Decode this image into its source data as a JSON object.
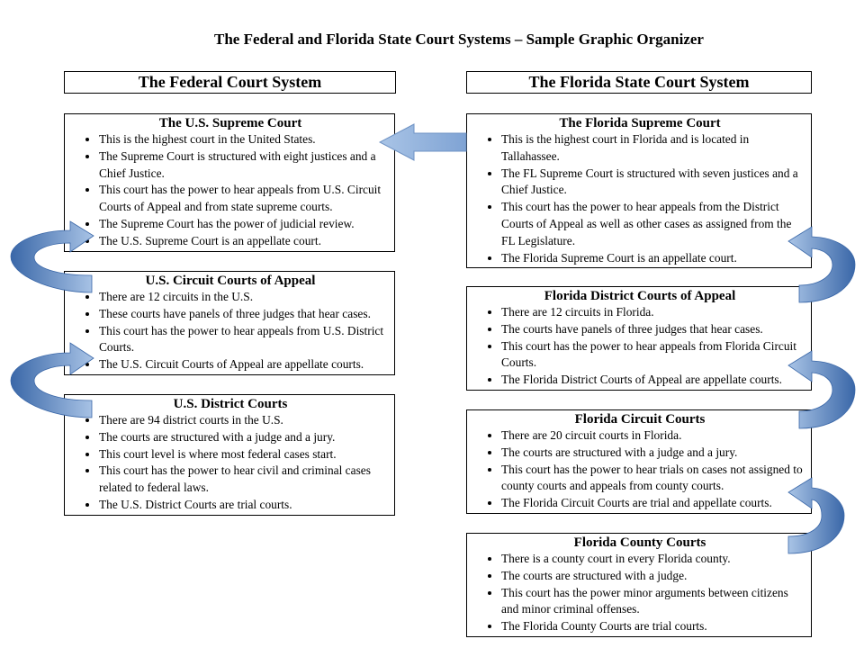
{
  "title": "The Federal and Florida State Court Systems – Sample Graphic Organizer",
  "federal": {
    "header": "The Federal Court System",
    "courts": [
      {
        "title": "The U.S. Supreme Court",
        "bullets": [
          "This is the highest court in the United States.",
          "The Supreme Court is structured with eight justices and a Chief Justice.",
          "This court has the power to hear appeals from U.S. Circuit Courts of Appeal and from state supreme courts.",
          "The Supreme Court has the power of judicial review.",
          "The U.S. Supreme Court is an appellate court."
        ]
      },
      {
        "title": "U.S. Circuit Courts of Appeal",
        "bullets": [
          "There are 12 circuits in the U.S.",
          "These courts have panels of three judges that hear cases.",
          "This court has the power to hear appeals from U.S. District Courts.",
          "The U.S. Circuit Courts of Appeal are appellate courts."
        ]
      },
      {
        "title": "U.S. District Courts",
        "bullets": [
          "There are 94 district courts in the U.S.",
          "The courts are structured with a judge and a jury.",
          "This court level is where most federal cases start.",
          "This court has the power to hear civil and criminal cases related to federal laws.",
          "The U.S. District Courts are trial courts."
        ]
      }
    ]
  },
  "florida": {
    "header": "The Florida State Court System",
    "courts": [
      {
        "title": "The Florida Supreme Court",
        "bullets": [
          "This is the highest court in Florida and is located in Tallahassee.",
          "The FL Supreme Court is structured with seven justices and a Chief Justice.",
          "This court has the power to hear appeals from the District Courts of Appeal as well as other cases as assigned from the FL Legislature.",
          "The Florida Supreme Court is an appellate court."
        ]
      },
      {
        "title": "Florida District Courts of Appeal",
        "bullets": [
          "There are 12 circuits in Florida.",
          "The courts have panels of three judges that hear cases.",
          "This court has the power to hear appeals from Florida Circuit Courts.",
          "The Florida District Courts of Appeal are appellate courts."
        ]
      },
      {
        "title": "Florida Circuit Courts",
        "bullets": [
          "There are 20 circuit courts in Florida.",
          "The courts are structured with a judge and a jury.",
          "This court has the power to hear trials on cases not assigned to county courts and appeals from county courts.",
          "The Florida Circuit Courts are trial and appellate courts."
        ]
      },
      {
        "title": "Florida County Courts",
        "bullets": [
          "There is a county court in every Florida county.",
          "The courts are structured with a judge.",
          "This court has the power minor arguments between citizens and minor criminal offenses.",
          "The Florida County Courts are trial courts."
        ]
      }
    ]
  },
  "colors": {
    "arrow_dark": "#3a67a8",
    "arrow_light": "#a9c4e6"
  },
  "icons": [
    "arrow-left-icon",
    "curved-arrow-up-icon"
  ]
}
